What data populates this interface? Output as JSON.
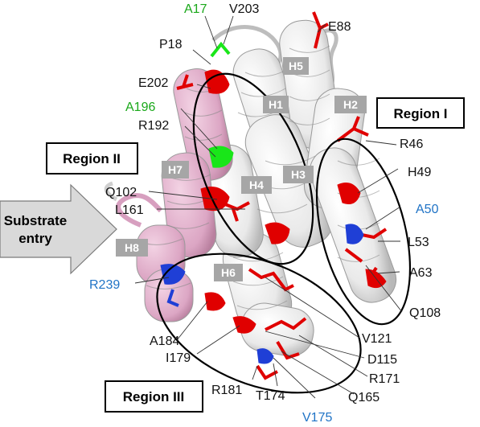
{
  "colors": {
    "helix_white": "#f2f2f2",
    "helix_pink": "#e6b3cf",
    "mutation_red": "#e00000",
    "mutation_green": "#19e619",
    "mutation_blue": "#1f3fd6",
    "helix_label_bg": "#a6a6a6",
    "arrow_fill": "#d9d9d9",
    "green_text": "#1aa81a",
    "blue_text": "#1f73c6"
  },
  "regions": {
    "region_1": "Region I",
    "region_2": "Region II",
    "region_3": "Region III"
  },
  "substrate_entry": {
    "line1": "Substrate",
    "line2": "entry"
  },
  "helices": {
    "h1": "H1",
    "h2": "H2",
    "h3": "H3",
    "h4": "H4",
    "h5": "H5",
    "h6": "H6",
    "h7": "H7",
    "h8": "H8"
  },
  "residues": {
    "a17": "A17",
    "v203": "V203",
    "e88": "E88",
    "p18": "P18",
    "e202": "E202",
    "a196": "A196",
    "r192": "R192",
    "r46": "R46",
    "h49": "H49",
    "a50": "A50",
    "l53": "L53",
    "a63": "A63",
    "q108": "Q108",
    "q102": "Q102",
    "l161": "L161",
    "r239": "R239",
    "a184": "A184",
    "i179": "I179",
    "v121": "V121",
    "d115": "D115",
    "r171": "R171",
    "q165": "Q165",
    "r181": "R181",
    "t174": "T174",
    "v175": "V175"
  }
}
